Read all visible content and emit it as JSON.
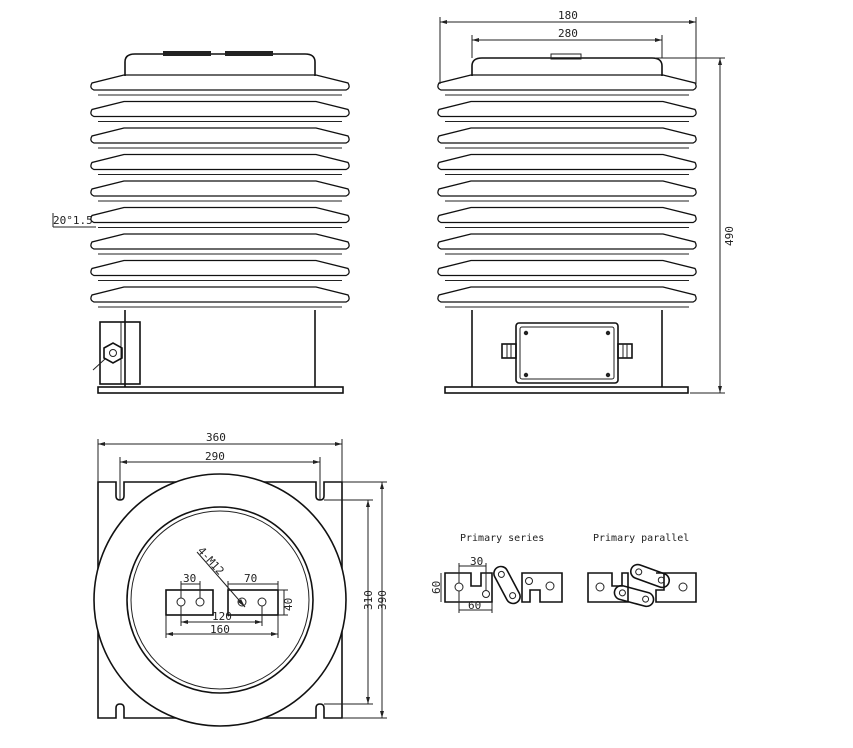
{
  "front_view": {
    "angle_label": "20°1.5"
  },
  "side_view": {
    "dim_top": "180",
    "dim_inner": "280",
    "dim_height": "490"
  },
  "top_view": {
    "dim_width": "360",
    "dim_slot_span": "290",
    "dim_side_1": "310",
    "dim_side_2": "390",
    "thread_label": "4-M12",
    "dim_hole_a": "30",
    "dim_hole_b": "70",
    "dim_block_h": "40",
    "dim_inner_span": "120",
    "dim_outer_span": "160"
  },
  "connection_series": {
    "title": "Primary series",
    "dim_a": "30",
    "dim_b": "60",
    "dim_c": "60"
  },
  "connection_parallel": {
    "title": "Primary parallel"
  },
  "colors": {
    "line": "#222222",
    "background": "#ffffff"
  }
}
